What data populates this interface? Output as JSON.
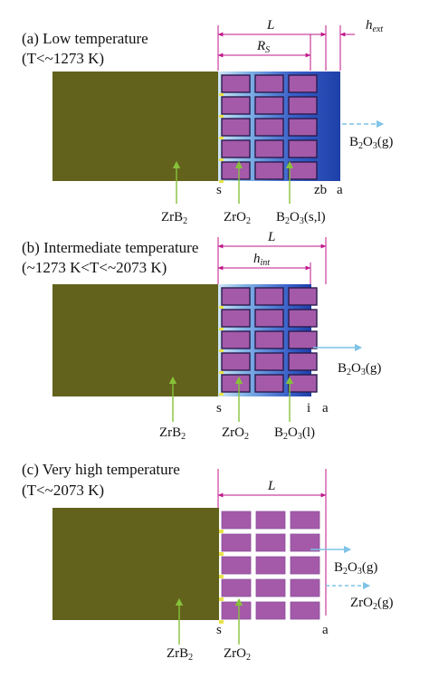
{
  "panels": {
    "a": {
      "caption_line1": "(a) Low temperature",
      "caption_line2": "(T<~1273 K)",
      "dim_L": "L",
      "dim_Rs": "R",
      "dim_Rs_sub": "S",
      "dim_h": "h",
      "dim_h_sub": "ext",
      "pos_s": "s",
      "pos_zb": "zb",
      "pos_a": "a",
      "label_zrb2": "ZrB",
      "label_zrb2_sub": "2",
      "label_zro2": "ZrO",
      "label_zro2_sub": "2",
      "label_b2o3_1": "B",
      "label_b2o3_sub1": "2",
      "label_b2o3_2": "O",
      "label_b2o3_sub2": "3",
      "label_b2o3_state": "(s,l)",
      "gas_b2o3": "(g)"
    },
    "b": {
      "caption_line1": "(b) Intermediate temperature",
      "caption_line2": "(~1273 K<T<~2073 K)",
      "dim_L": "L",
      "dim_h": "h",
      "dim_h_sub": "int",
      "pos_s": "s",
      "pos_i": "i",
      "pos_a": "a",
      "label_zrb2": "ZrB",
      "label_zrb2_sub": "2",
      "label_zro2": "ZrO",
      "label_zro2_sub": "2",
      "label_b2o3_state": "(l)",
      "gas_b2o3": "(g)"
    },
    "c": {
      "caption_line1": "(c) Very high temperature",
      "caption_line2": "(T<~2073 K)",
      "dim_L": "L",
      "pos_s": "s",
      "pos_a": "a",
      "label_zrb2": "ZrB",
      "label_zrb2_sub": "2",
      "label_zro2": "ZrO",
      "label_zro2_sub": "2",
      "gas_b2o3": "(g)",
      "gas_zro2": "ZrO",
      "gas_zro2_sub": "2",
      "gas_zro2_state": "(g)"
    }
  },
  "colors": {
    "zrb2": "#63621c",
    "zro2_cell": "#a45aa9",
    "b2o3_glass": "#1d3fa8",
    "green_arrow": "#86c23a",
    "gas_arrow": "#7fc4e6",
    "dimension_line": "#c0168a"
  }
}
